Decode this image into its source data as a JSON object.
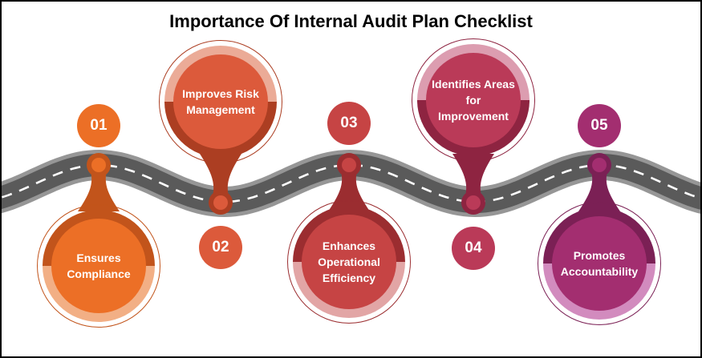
{
  "title": "Importance Of Internal Audit Plan Checklist",
  "road": {
    "shoulder_color": "#969696",
    "asphalt_color": "#5A5A5A",
    "centerline_color": "#FFFFFF"
  },
  "milestones": [
    {
      "number": "01",
      "label": "Ensures\nCompliance",
      "side": "below",
      "colors": {
        "main": "#EC6F26",
        "dark": "#C2541B",
        "pale": "#F2AF85"
      }
    },
    {
      "number": "02",
      "label": "Improves Risk\nManagement",
      "side": "above",
      "colors": {
        "main": "#DC5A3B",
        "dark": "#AC3E22",
        "pale": "#EBAB97"
      }
    },
    {
      "number": "03",
      "label": "Enhances\nOperational\nEfficiency",
      "side": "below",
      "colors": {
        "main": "#C64444",
        "dark": "#9B2D30",
        "pale": "#E2A5A5"
      }
    },
    {
      "number": "04",
      "label": "Identifies Areas\nfor\nImprovement",
      "side": "above",
      "colors": {
        "main": "#BA3A58",
        "dark": "#8E2441",
        "pale": "#DC9DB0"
      }
    },
    {
      "number": "05",
      "label": "Promotes\nAccountability",
      "side": "below",
      "colors": {
        "main": "#A32E70",
        "dark": "#7B2055",
        "pale": "#D28BBE"
      }
    }
  ]
}
